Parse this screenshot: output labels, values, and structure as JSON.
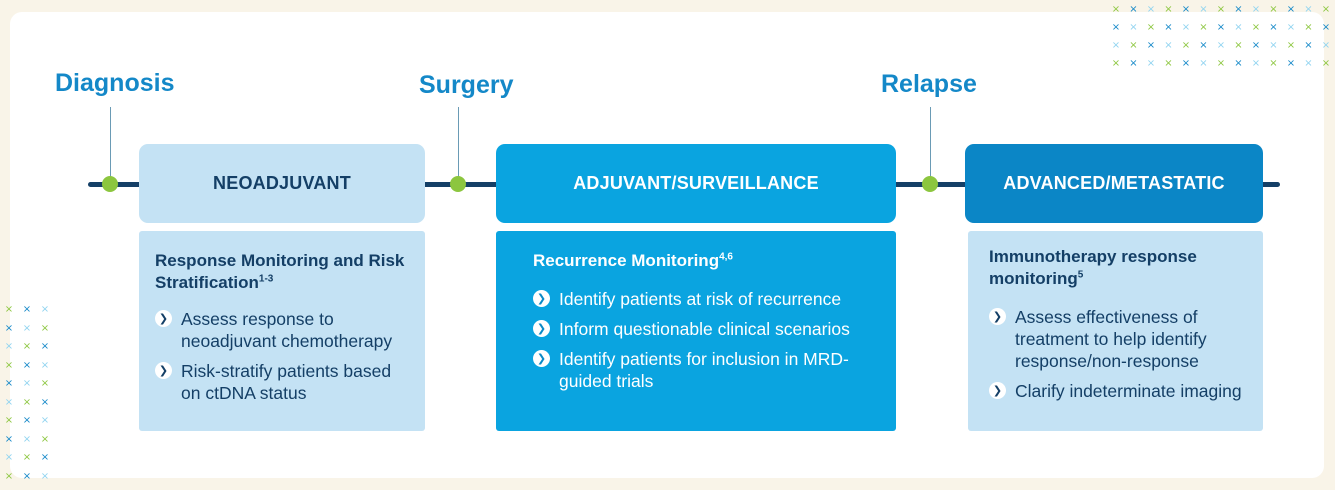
{
  "milestones": {
    "diagnosis": "Diagnosis",
    "surgery": "Surgery",
    "relapse": "Relapse"
  },
  "phases": {
    "neoadjuvant": "NEOADJUVANT",
    "adjuvant": "ADJUVANT/SURVEILLANCE",
    "advanced": "ADVANCED/METASTATIC"
  },
  "panels": {
    "neoadjuvant": {
      "title": "Response Monitoring and Risk Stratification",
      "ref": "1-3",
      "items": [
        "Assess response to neoadjuvant chemotherapy",
        "Risk-stratify patients based on ctDNA status"
      ]
    },
    "adjuvant": {
      "title": "Recurrence Monitoring",
      "ref": "4,6",
      "items": [
        "Identify patients at risk of recurrence",
        "Inform questionable clinical scenarios",
        "Identify patients for inclusion in MRD-guided trials"
      ]
    },
    "advanced": {
      "title": "Immunotherapy response monitoring",
      "ref": "5",
      "items": [
        "Assess effectiveness of treatment to help identify response/non-response",
        "Clarify indeterminate imaging"
      ]
    }
  },
  "icons": {
    "bullet": "chevron-right-icon",
    "pattern": "x-mark-icon"
  },
  "colors": {
    "navy": "#143f66",
    "milestone_blue": "#1488c8",
    "light_blue": "#c4e2f4",
    "mid_blue": "#0aa4e0",
    "dark_blue": "#0b86c6",
    "green": "#8cc63f",
    "background": "#f9f4e8"
  }
}
